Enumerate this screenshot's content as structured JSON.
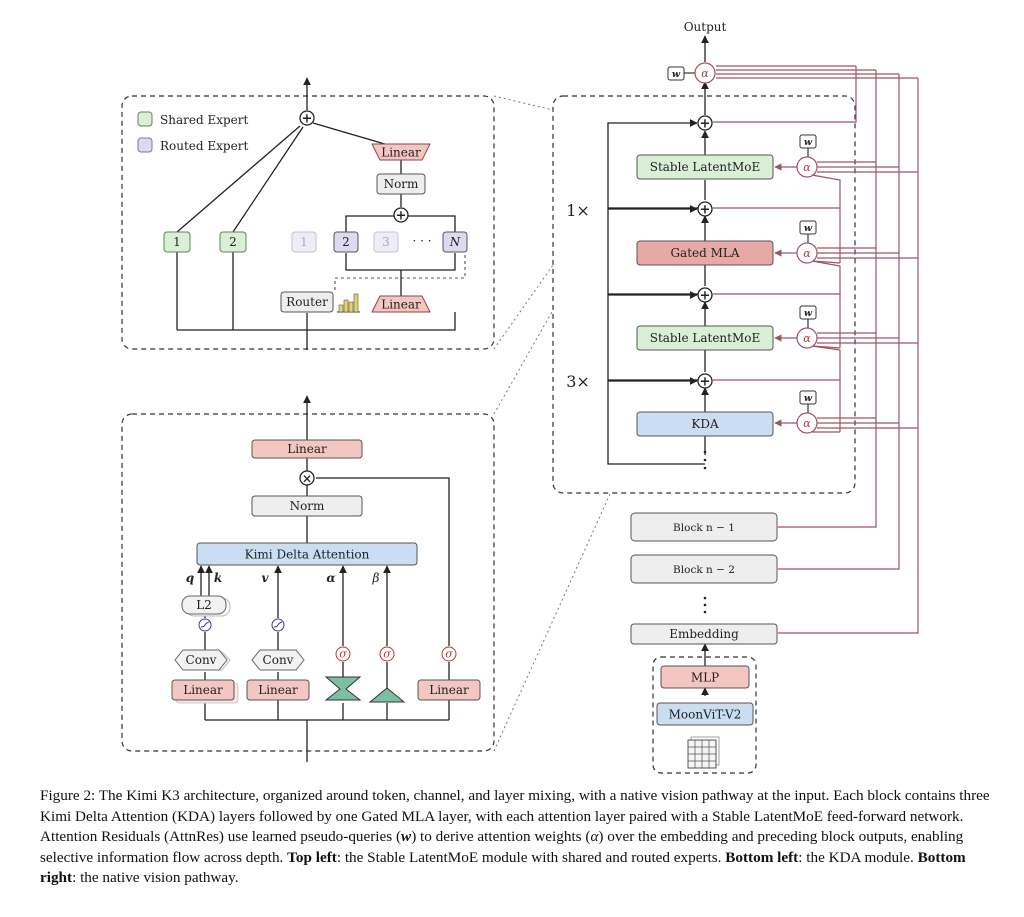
{
  "legend": {
    "shared": "Shared Expert",
    "routed": "Routed Expert"
  },
  "moe": {
    "linear_top": "Linear",
    "norm": "Norm",
    "expert_1": "1",
    "expert_2": "2",
    "routed_1": "1",
    "routed_2": "2",
    "routed_3": "3",
    "routed_dots": "· · ·",
    "routed_n": "N",
    "router": "Router",
    "linear_bottom": "Linear"
  },
  "kda": {
    "linear_top": "Linear",
    "norm": "Norm",
    "attention": "Kimi Delta Attention",
    "q": "q",
    "k": "k",
    "v": "v",
    "alpha": "α",
    "beta": "β",
    "l2": "L2",
    "conv_1": "Conv",
    "conv_2": "Conv",
    "linear_1": "Linear",
    "linear_2": "Linear",
    "linear_3": "Linear",
    "sigma": "σ"
  },
  "main": {
    "output": "Output",
    "w": "w",
    "alpha": "α",
    "stable_moe_1": "Stable LatentMoE",
    "gated_mla": "Gated MLA",
    "stable_moe_2": "Stable LatentMoE",
    "kda": "KDA",
    "repeat_1": "1×",
    "repeat_3": "3×",
    "block_n1": "Block n − 1",
    "block_n2": "Block n − 2",
    "embedding": "Embedding",
    "mlp": "MLP",
    "moonvit": "MoonViT-V2"
  },
  "caption": {
    "p1": "Figure 2: The Kimi K3 architecture, organized around token, channel, and layer mixing, with a native vision pathway at the input. Each block contains three Kimi Delta Attention (KDA) layers followed by one Gated MLA layer, with each attention layer paired with a Stable LatentMoE feed-forward network. Attention Residuals (AttnRes) use learned pseudo-queries (",
    "w": "w",
    "p2": ") to derive attention weights (",
    "alpha": "α",
    "p3": ") over the embedding and preceding block outputs, enabling selective information flow across depth. ",
    "tl_label": "Top left",
    "tl_text": ": the Stable LatentMoE module with shared and routed experts. ",
    "bl_label": "Bottom left",
    "bl_text": ": the KDA module. ",
    "br_label": "Bottom right",
    "br_text": ": the native vision pathway."
  },
  "colors": {
    "green": "#d9efd6",
    "green_stroke": "#5a8a55",
    "purple": "#dcdaf0",
    "red": "#f4c6c2",
    "red_dark": "#e6a9a6",
    "blue": "#c9ddf3",
    "gray": "#eeeeee",
    "mauve": "#9c5563"
  }
}
